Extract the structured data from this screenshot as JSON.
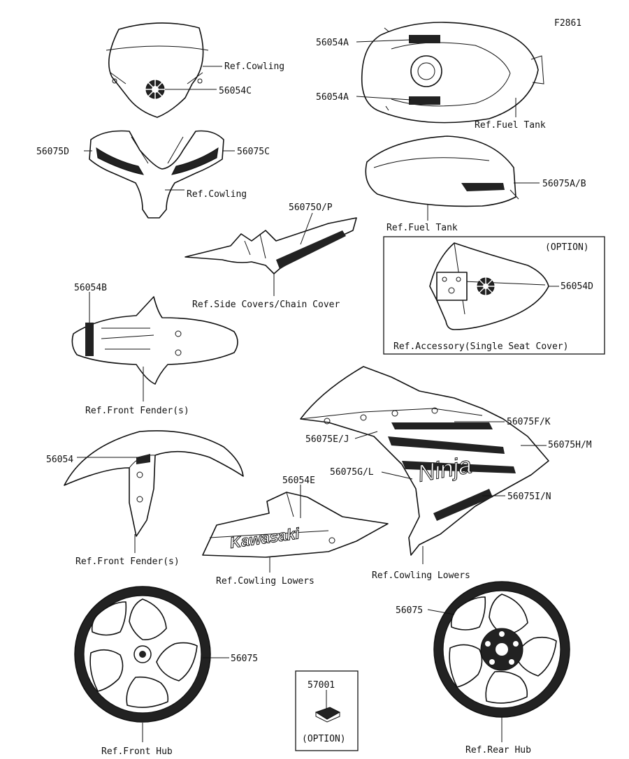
{
  "figure_code": "F2861",
  "labels": {
    "windshield_cowling": "Ref.Cowling",
    "windshield_decal": "56054C",
    "upper_left_decal": "56075D",
    "upper_right_decal": "56075C",
    "upper_cowling": "Ref.Cowling",
    "tank_decal_top": "56054A",
    "tank_decal_bottom": "56054A",
    "fuel_tank_top": "Ref.Fuel Tank",
    "tank_side_decal": "56075A/B",
    "fuel_tank_side": "Ref.Fuel Tank",
    "side_cover_decal": "56075O/P",
    "side_covers": "Ref.Side Covers/Chain Cover",
    "option_box_title": "(OPTION)",
    "seat_cover_decal": "56054D",
    "seat_cover": "Ref.Accessory(Single Seat Cover)",
    "rear_fender_decal": "56054B",
    "front_fender_rear": "Ref.Front Fender(s)",
    "front_fender_decal": "56054",
    "front_fender_front": "Ref.Front Fender(s)",
    "lower_decal": "56054E",
    "lower_logo": "Kawasaki",
    "cowling_lowers_left": "Ref.Cowling Lowers",
    "fairing_decal_fk": "56075F/K",
    "fairing_decal_ej": "56075E/J",
    "fairing_decal_hm": "56075H/M",
    "fairing_decal_gl": "56075G/L",
    "fairing_decal_in": "56075I/N",
    "fairing_logo": "Ninja",
    "cowling_lowers_right": "Ref.Cowling Lowers",
    "rear_wheel_decal": "56075",
    "front_wheel_decal": "56075",
    "front_hub": "Ref.Front Hub",
    "rear_hub": "Ref.Rear Hub",
    "clip_part": "57001",
    "clip_option": "(OPTION)"
  }
}
